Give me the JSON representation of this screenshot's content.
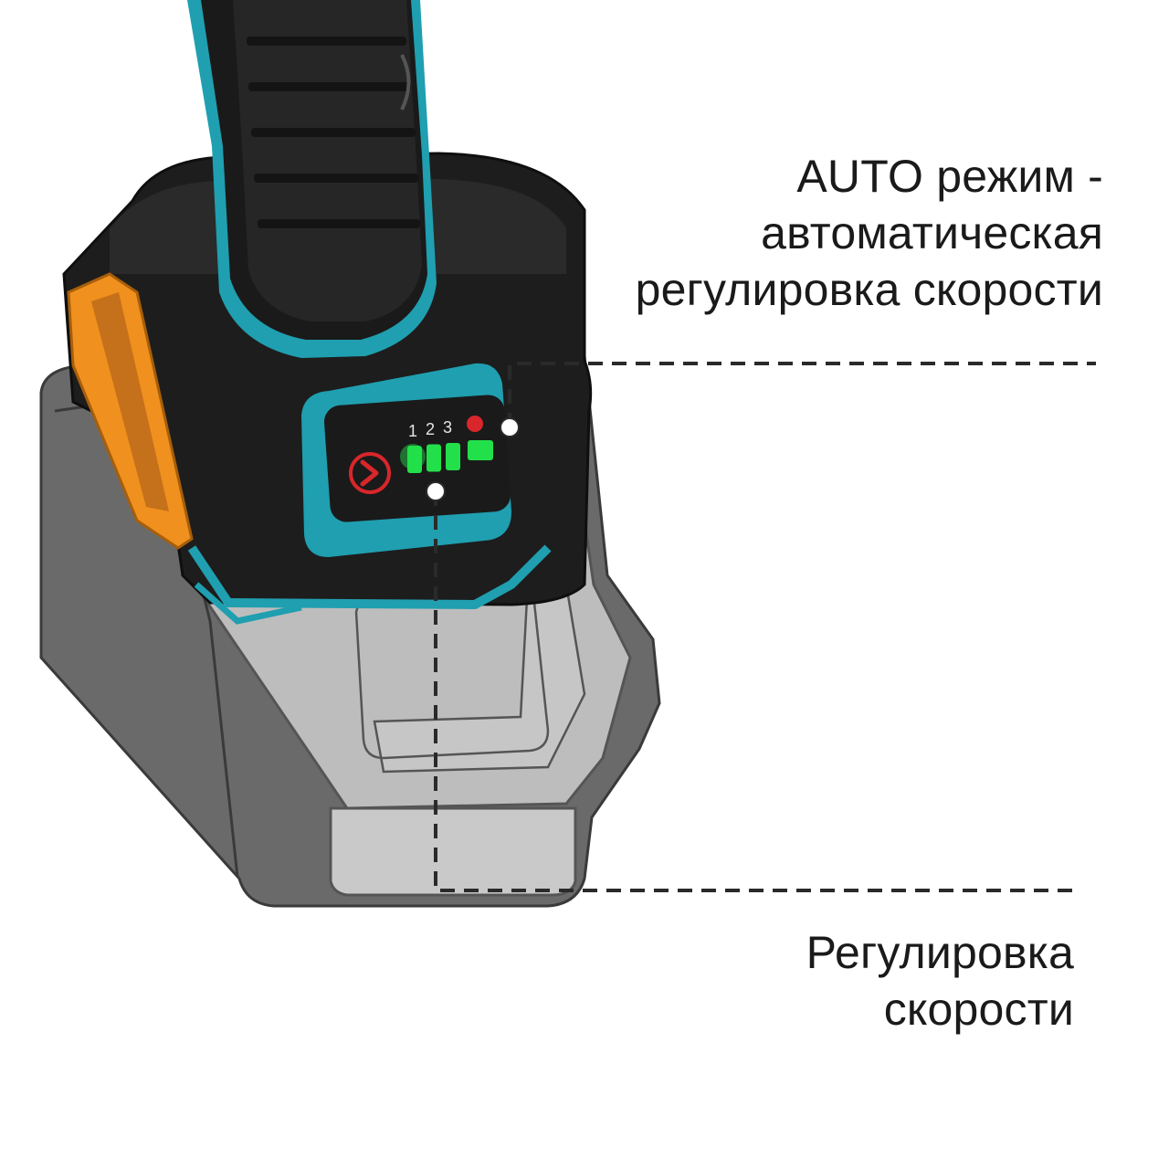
{
  "annotations": {
    "auto_mode": {
      "lines": [
        "AUTO режим -",
        "автоматическая",
        "регулировка скорости"
      ]
    },
    "speed_control": {
      "lines": [
        "Регулировка",
        "скорости"
      ]
    }
  },
  "control_panel": {
    "speed_numbers": [
      "1",
      "2",
      "3"
    ],
    "speed_level_lit": 3,
    "speed_level_total": 3
  },
  "colors": {
    "accent_teal": "#1f9fb0",
    "body_black": "#1d1d1d",
    "battery_gray": "#bfbfbf",
    "battery_dark": "#6a6a6a",
    "led_green": "#22e04a",
    "indicator_red": "#d8262b",
    "clip_orange": "#f0901e"
  },
  "icons": [
    "direction-arrow-icon",
    "auto-mode-indicator-icon"
  ]
}
